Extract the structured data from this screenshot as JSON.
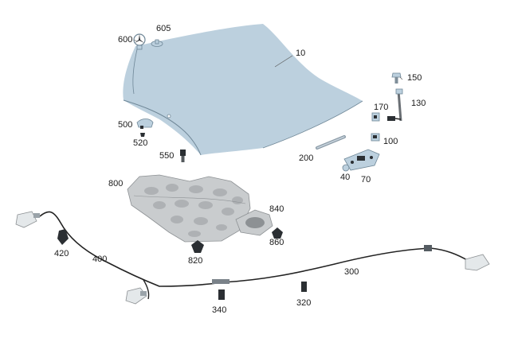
{
  "colors": {
    "part_fill": "#bcd0de",
    "part_fill_light": "#d6e2ea",
    "part_stroke": "#6f8797",
    "insulation_fill": "#c9ccce",
    "insulation_stroke": "#8d9194",
    "dark_part": "#2b2f33",
    "cable": "#222222",
    "label": "#1a1a1a"
  },
  "labels": {
    "l10": "10",
    "l40": "40",
    "l70": "70",
    "l100": "100",
    "l130": "130",
    "l150": "150",
    "l170": "170",
    "l200": "200",
    "l300": "300",
    "l320": "320",
    "l340": "340",
    "l400": "400",
    "l420": "420",
    "l500": "500",
    "l520": "520",
    "l550": "550",
    "l600": "600",
    "l605": "605",
    "l800": "800",
    "l820": "820",
    "l840": "840",
    "l860": "860"
  }
}
